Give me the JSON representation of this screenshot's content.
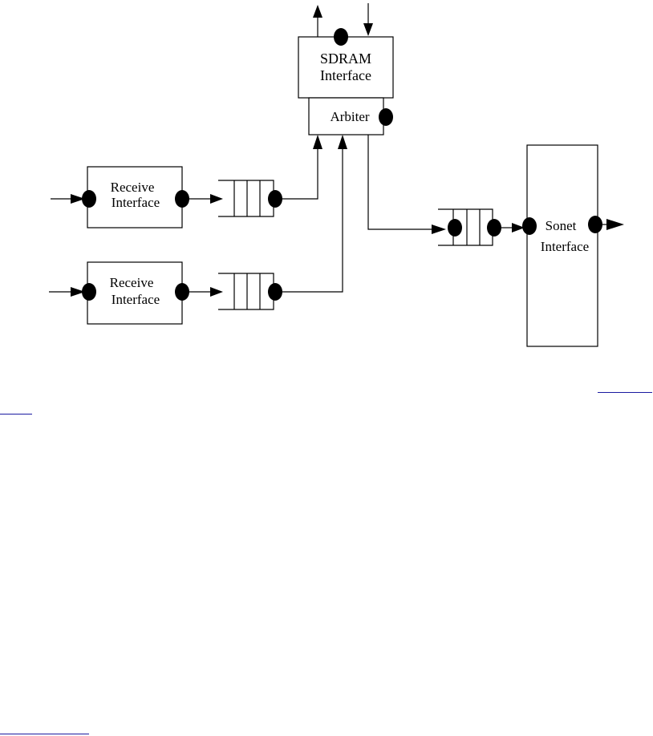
{
  "diagram": {
    "sdram": {
      "line1": "SDRAM",
      "line2": "Interface"
    },
    "arbiter": {
      "label": "Arbiter"
    },
    "receive_top": {
      "line1": "Receive",
      "line2": "Interface"
    },
    "receive_bottom": {
      "line1": "Receive",
      "line2": "Interface"
    },
    "sonet": {
      "line1": "Sonet",
      "line2": "Interface"
    }
  },
  "colors": {
    "stroke": "#000000",
    "link_underline": "#1a1aa0"
  }
}
